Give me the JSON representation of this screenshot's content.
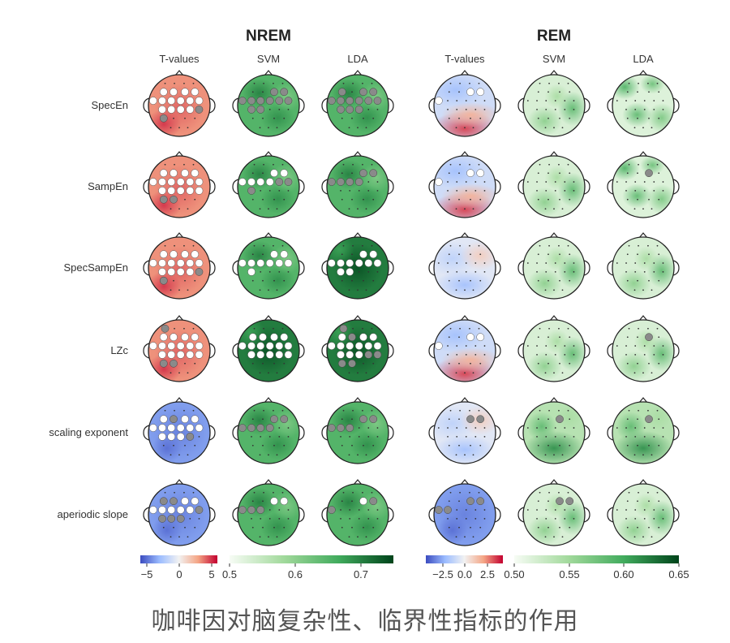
{
  "panels": [
    {
      "title": "NREM",
      "columns": [
        "T-values",
        "SVM",
        "LDA"
      ]
    },
    {
      "title": "REM",
      "columns": [
        "T-values",
        "SVM",
        "LDA"
      ]
    }
  ],
  "rows": [
    "SpecEn",
    "SampEn",
    "SpecSampEn",
    "LZc",
    "scaling exponent",
    "aperiodic slope"
  ],
  "colorbars": [
    {
      "ticks": [
        "−5",
        "0",
        "5"
      ],
      "colors": [
        "#3b4cc0",
        "#9bbcff",
        "#f2f2f2",
        "#f4a585",
        "#c3002f"
      ]
    },
    {
      "ticks": [
        "0.5",
        "0.6",
        "0.7"
      ],
      "colors": [
        "#f7fcf5",
        "#a1d99b",
        "#41ab5d",
        "#00441b"
      ]
    },
    {
      "ticks": [
        "−2.5",
        "0.0",
        "2.5"
      ],
      "colors": [
        "#3b4cc0",
        "#9bbcff",
        "#f2f2f2",
        "#f4a585",
        "#c3002f"
      ]
    },
    {
      "ticks": [
        "0.50",
        "0.55",
        "0.60",
        "0.65"
      ],
      "colors": [
        "#f7fcf5",
        "#a1d99b",
        "#41ab5d",
        "#00441b"
      ]
    }
  ],
  "caption": "咖啡因对脑复杂性、临界性指标的作用"
}
